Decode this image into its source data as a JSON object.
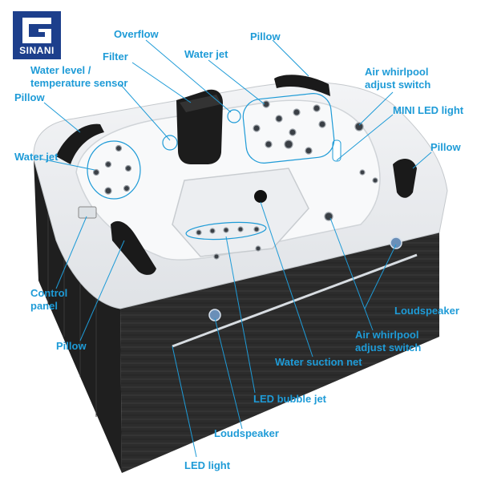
{
  "brand": {
    "name": "SINANI",
    "color": "#1d3f8c"
  },
  "label_color": "#1e9bd7",
  "labels": {
    "overflow": "Overflow",
    "filter": "Filter",
    "water_jet_top": "Water jet",
    "pillow_top": "Pillow",
    "water_level_line1": "Water level /",
    "water_level_line2": "temperature sensor",
    "air_whirlpool_top_line1": "Air whirlpool",
    "air_whirlpool_top_line2": "adjust switch",
    "pillow_left": "Pillow",
    "mini_led": "MINI LED light",
    "pillow_right": "Pillow",
    "water_jet_left": "Water jet",
    "control_panel_line1": "Control",
    "control_panel_line2": "panel",
    "loudspeaker_right": "Loudspeaker",
    "pillow_bottom": "Pillow",
    "air_whirlpool_bottom_line1": "Air whirlpool",
    "air_whirlpool_bottom_line2": "adjust switch",
    "water_suction_net": "Water suction net",
    "led_bubble_jet": "LED bubble jet",
    "loudspeaker_bottom": "Loudspeaker",
    "led_light": "LED light"
  }
}
